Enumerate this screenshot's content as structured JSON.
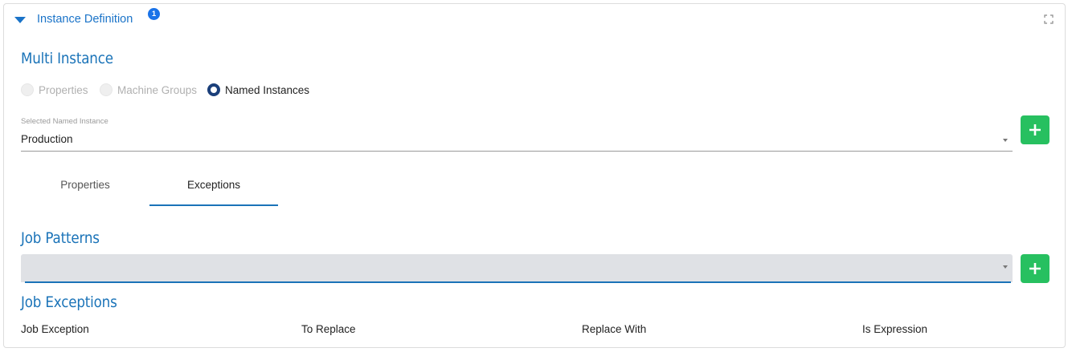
{
  "panel": {
    "title": "Instance Definition",
    "badge_count": "1",
    "icons": {
      "collapse": "caret-down-icon",
      "expand": "fullscreen-icon"
    }
  },
  "multi_instance": {
    "title": "Multi Instance",
    "options": [
      {
        "label": "Properties",
        "state": "disabled"
      },
      {
        "label": "Machine Groups",
        "state": "disabled"
      },
      {
        "label": "Named Instances",
        "state": "checked"
      }
    ]
  },
  "named_instance": {
    "label": "Selected Named Instance",
    "value": "Production",
    "add_icon": "plus-icon"
  },
  "tabs": [
    {
      "label": "Properties",
      "active": false
    },
    {
      "label": "Exceptions",
      "active": true
    }
  ],
  "job_patterns": {
    "title": "Job Patterns",
    "value": "",
    "add_icon": "plus-icon"
  },
  "job_exceptions": {
    "title": "Job Exceptions",
    "columns": [
      "Job Exception",
      "To Replace",
      "Replace With",
      "Is Expression"
    ]
  },
  "colors": {
    "accent": "#1a73b8",
    "add_button": "#27c060",
    "radio_checked": "#1b3f7a",
    "badge": "#1a73e8"
  }
}
